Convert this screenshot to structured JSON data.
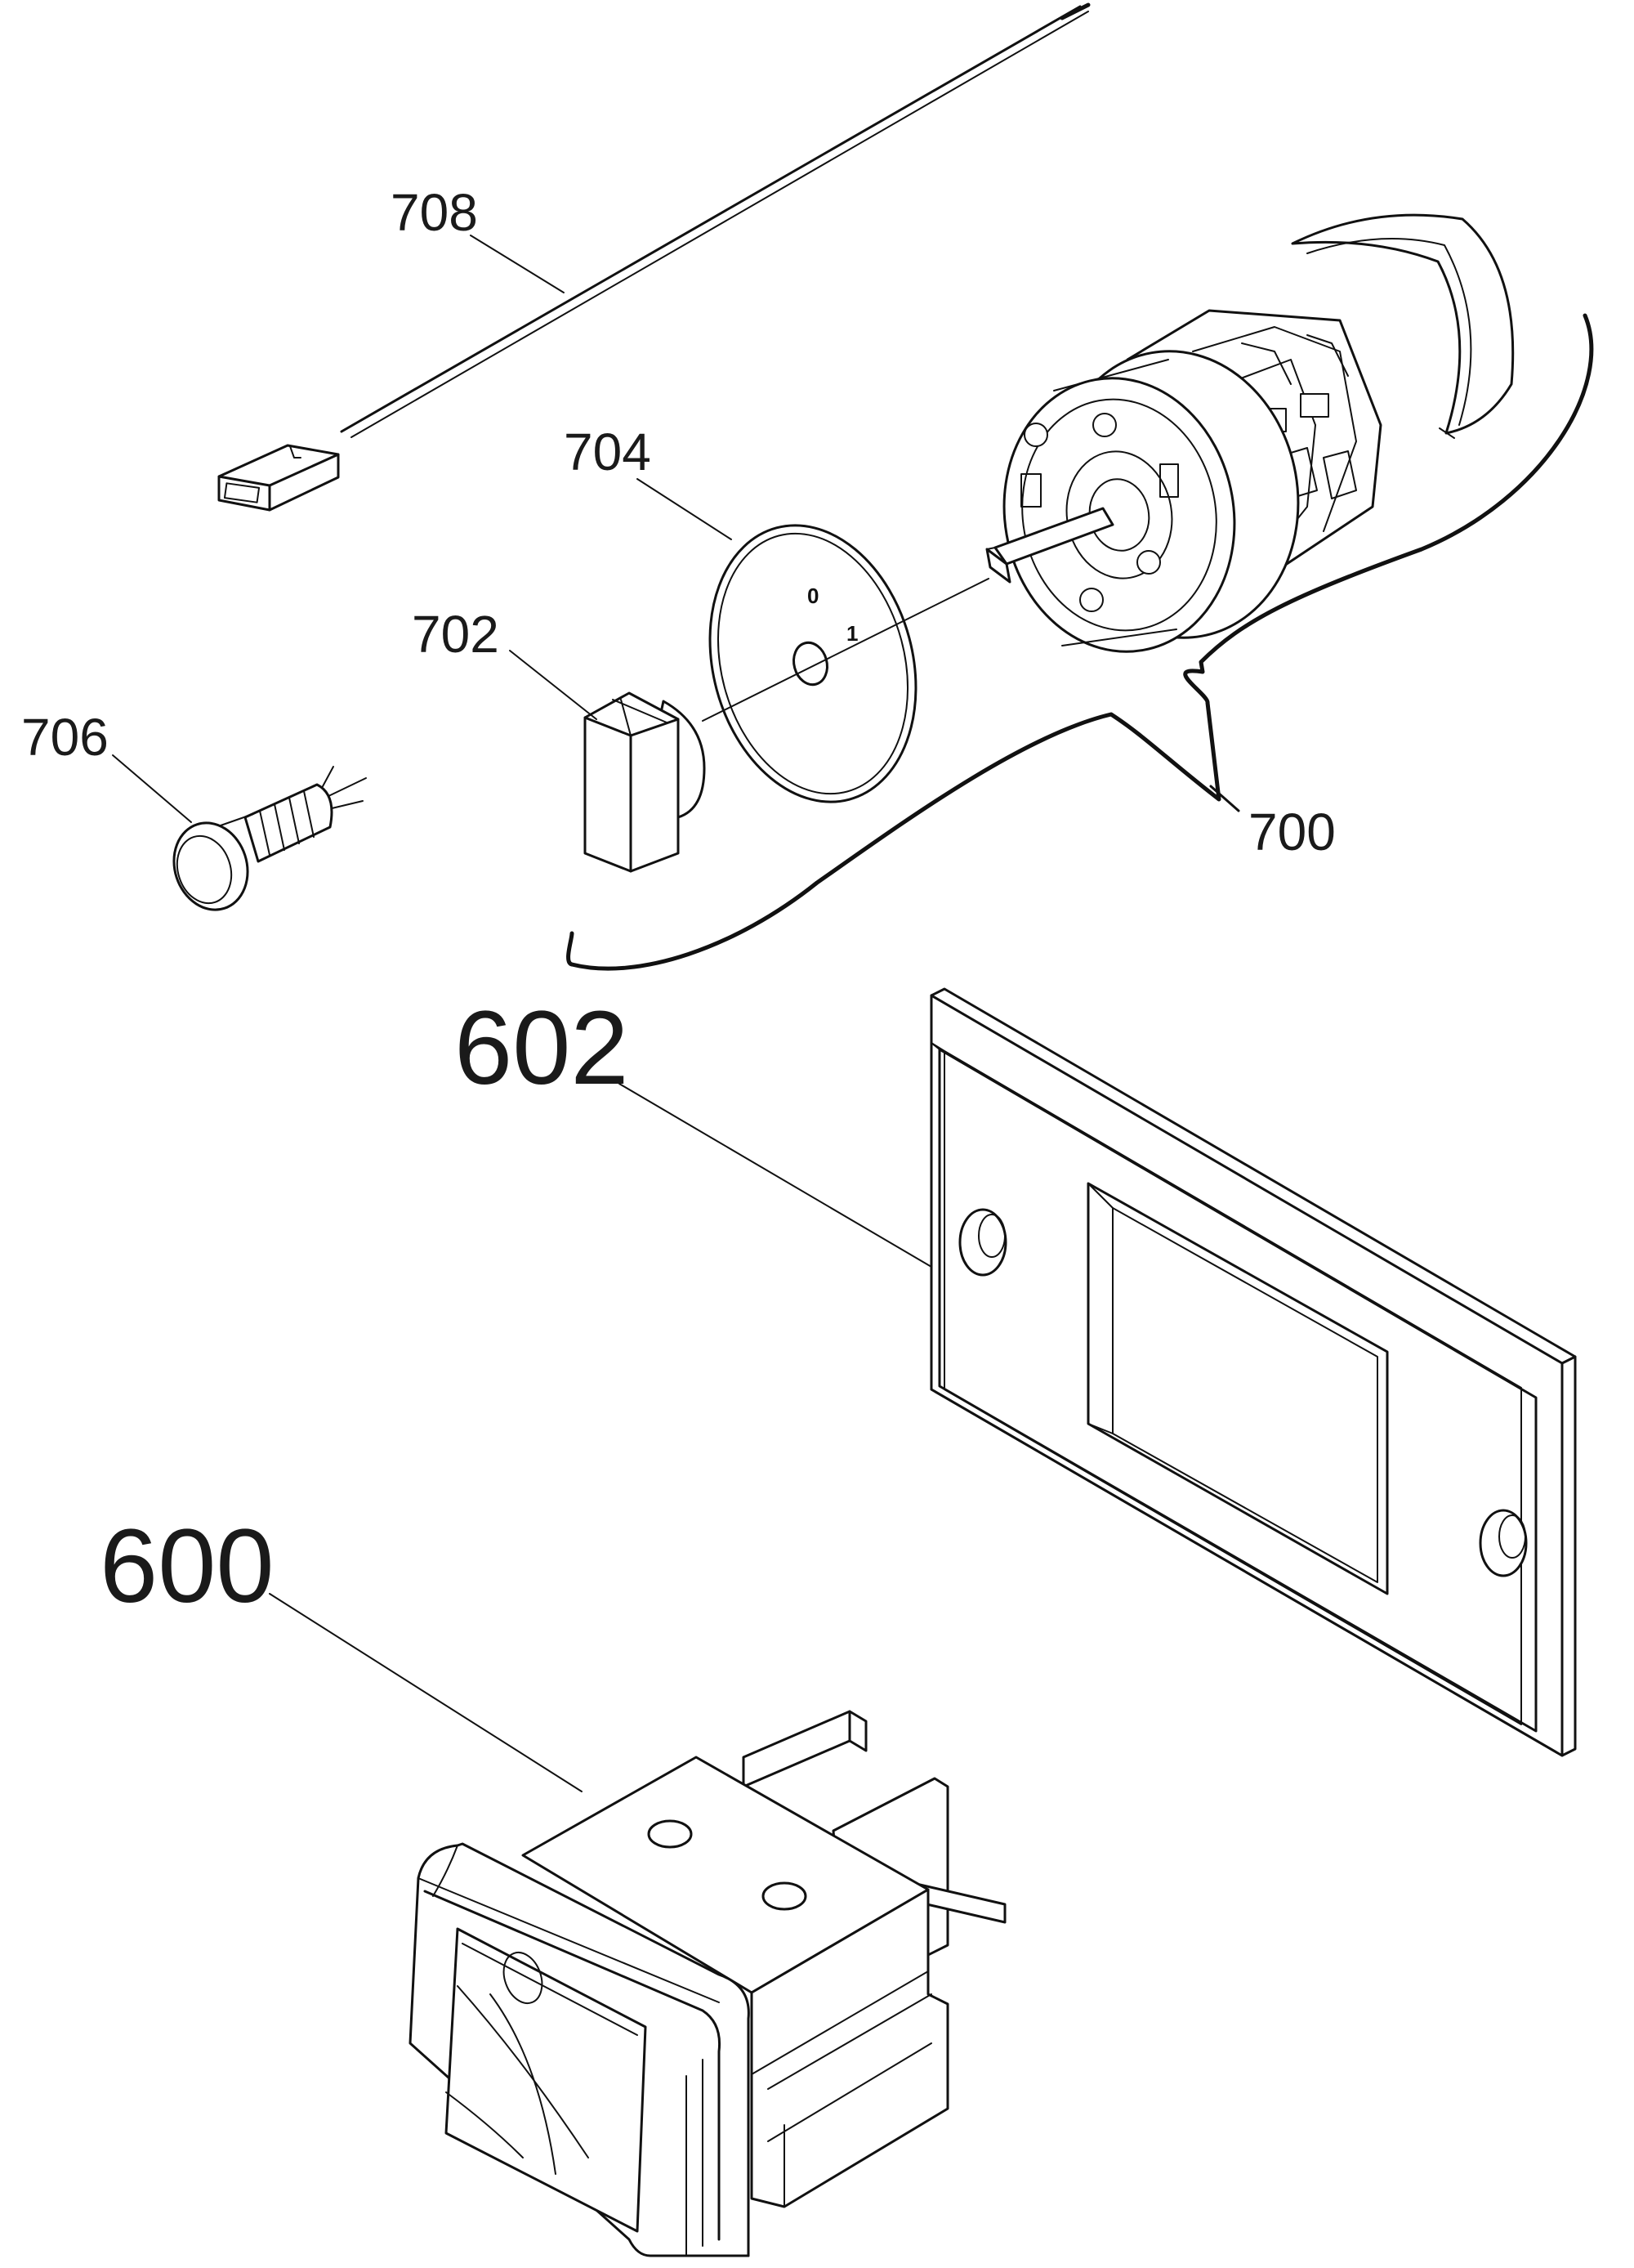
{
  "callouts": {
    "p708": "708",
    "p704": "704",
    "p702": "702",
    "p706": "706",
    "p700": "700",
    "p602": "602",
    "p600": "600"
  },
  "dial": {
    "mark_off": "0",
    "mark_on": "1"
  },
  "colors": {
    "ink": "#111111",
    "background": "#ffffff"
  }
}
